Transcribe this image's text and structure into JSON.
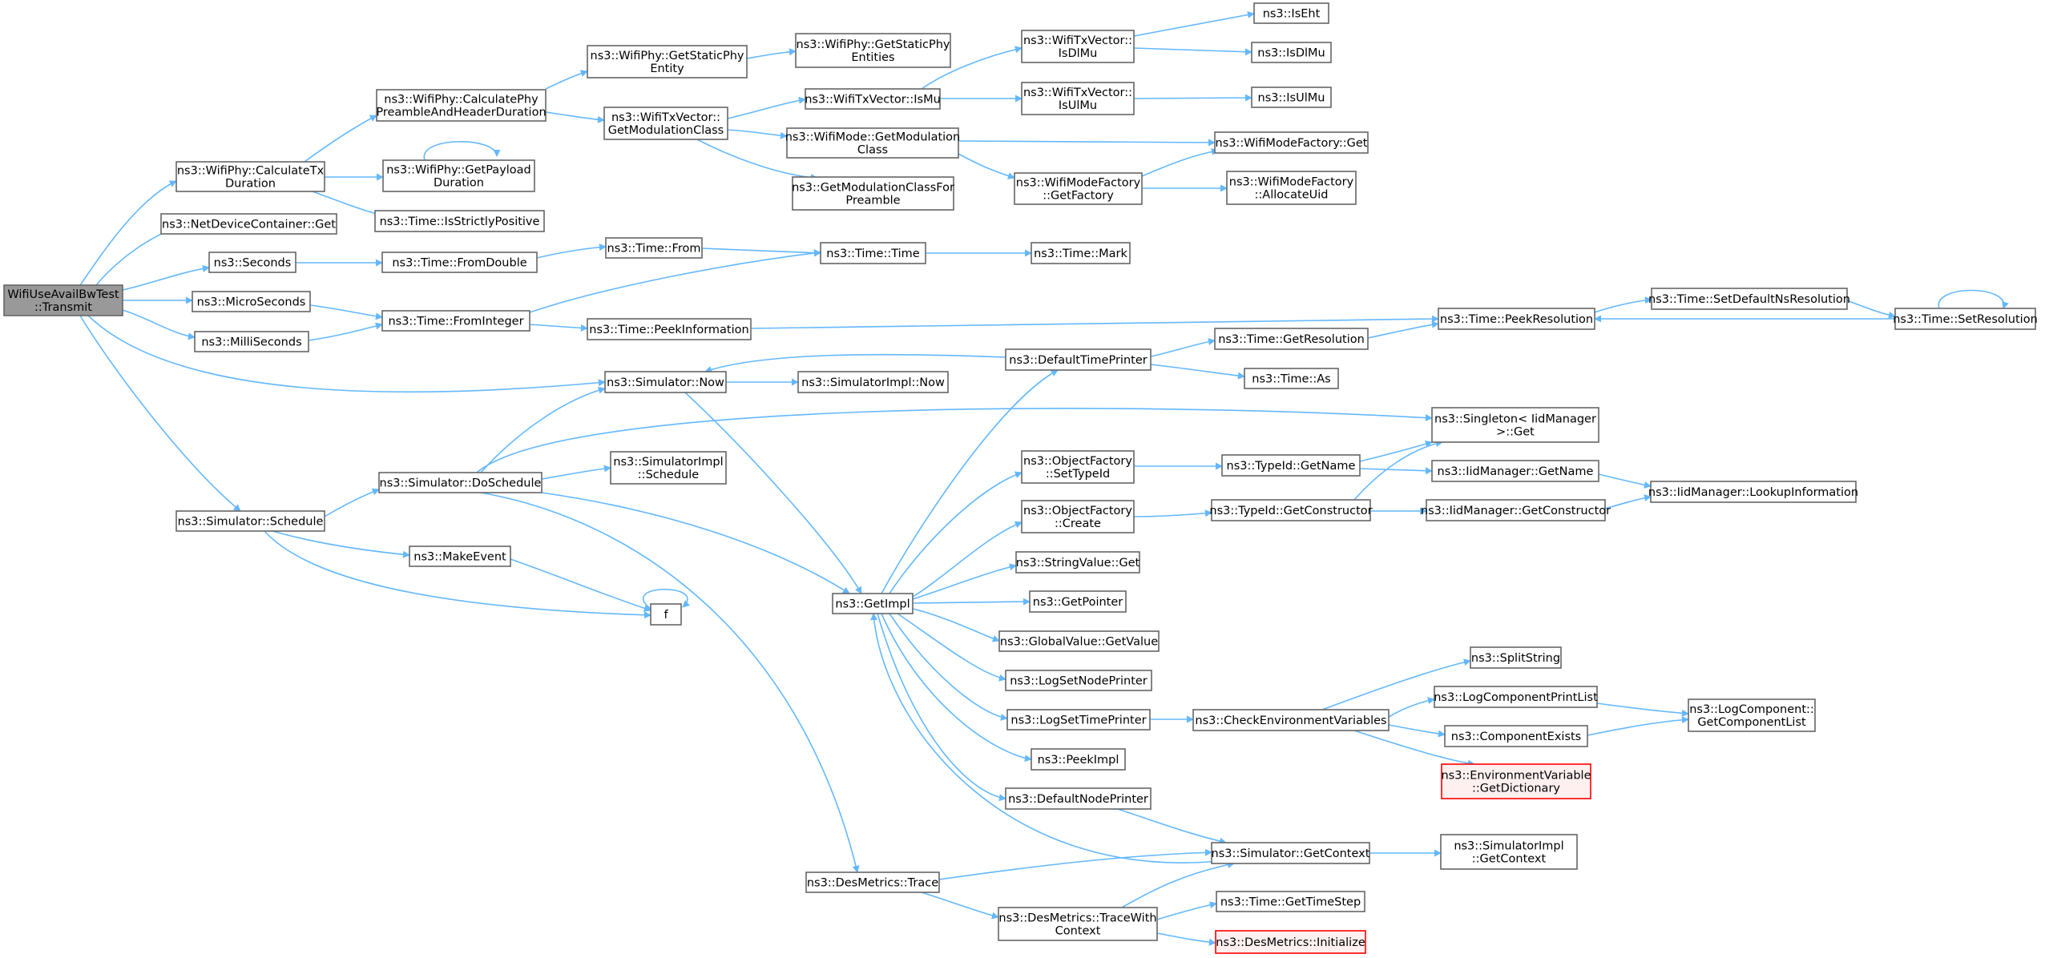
{
  "graph": {
    "colors": {
      "edge": "#63b8ff",
      "node_border": "#666666",
      "root_fill": "#999999",
      "truncated_border": "#ff0000",
      "truncated_fill": "#fff0f0"
    },
    "nodes": [
      {
        "id": "root",
        "lines": [
          "WifiUseAvailBwTest",
          "::Transmit"
        ],
        "kind": "root"
      },
      {
        "id": "calcTx",
        "lines": [
          "ns3::WifiPhy::CalculateTx",
          "Duration"
        ]
      },
      {
        "id": "ndcGet",
        "lines": [
          "ns3::NetDeviceContainer::Get"
        ]
      },
      {
        "id": "seconds",
        "lines": [
          "ns3::Seconds"
        ]
      },
      {
        "id": "micro",
        "lines": [
          "ns3::MicroSeconds"
        ]
      },
      {
        "id": "milli",
        "lines": [
          "ns3::MilliSeconds"
        ]
      },
      {
        "id": "schedule",
        "lines": [
          "ns3::Simulator::Schedule"
        ]
      },
      {
        "id": "calcPre",
        "lines": [
          "ns3::WifiPhy::CalculatePhy",
          "PreambleAndHeaderDuration"
        ]
      },
      {
        "id": "payload",
        "lines": [
          "ns3::WifiPhy::GetPayload",
          "Duration"
        ]
      },
      {
        "id": "strict",
        "lines": [
          "ns3::Time::IsStrictlyPositive"
        ]
      },
      {
        "id": "fromDouble",
        "lines": [
          "ns3::Time::FromDouble"
        ]
      },
      {
        "id": "fromInt",
        "lines": [
          "ns3::Time::FromInteger"
        ]
      },
      {
        "id": "simNow",
        "lines": [
          "ns3::Simulator::Now"
        ]
      },
      {
        "id": "doSched",
        "lines": [
          "ns3::Simulator::DoSchedule"
        ]
      },
      {
        "id": "makeEvent",
        "lines": [
          "ns3::MakeEvent"
        ]
      },
      {
        "id": "f",
        "lines": [
          "f"
        ]
      },
      {
        "id": "staticEnt",
        "lines": [
          "ns3::WifiPhy::GetStaticPhy",
          "Entity"
        ]
      },
      {
        "id": "getModCls",
        "lines": [
          "ns3::WifiTxVector::",
          "GetModulationClass"
        ]
      },
      {
        "id": "timeFrom",
        "lines": [
          "ns3::Time::From"
        ]
      },
      {
        "id": "peekInfo",
        "lines": [
          "ns3::Time::PeekInformation"
        ]
      },
      {
        "id": "implSched",
        "lines": [
          "ns3::SimulatorImpl",
          "::Schedule"
        ]
      },
      {
        "id": "desTrace",
        "lines": [
          "ns3::DesMetrics::Trace"
        ]
      },
      {
        "id": "staticEnts",
        "lines": [
          "ns3::WifiPhy::GetStaticPhy",
          "Entities"
        ]
      },
      {
        "id": "isMu",
        "lines": [
          "ns3::WifiTxVector::IsMu"
        ]
      },
      {
        "id": "modeGetMod",
        "lines": [
          "ns3::WifiMode::GetModulation",
          "Class"
        ]
      },
      {
        "id": "getModPre",
        "lines": [
          "ns3::GetModulationClassFor",
          "Preamble"
        ]
      },
      {
        "id": "timeTime",
        "lines": [
          "ns3::Time::Time"
        ]
      },
      {
        "id": "implNow",
        "lines": [
          "ns3::SimulatorImpl::Now"
        ]
      },
      {
        "id": "getImpl",
        "lines": [
          "ns3::GetImpl"
        ]
      },
      {
        "id": "isDlMu",
        "lines": [
          "ns3::WifiTxVector::",
          "IsDlMu"
        ]
      },
      {
        "id": "isUlMu",
        "lines": [
          "ns3::WifiTxVector::",
          "IsUlMu"
        ]
      },
      {
        "id": "modeFacGetF",
        "lines": [
          "ns3::WifiModeFactory",
          "::GetFactory"
        ]
      },
      {
        "id": "timeMark",
        "lines": [
          "ns3::Time::Mark"
        ]
      },
      {
        "id": "defTimePr",
        "lines": [
          "ns3::DefaultTimePrinter"
        ]
      },
      {
        "id": "ofSetType",
        "lines": [
          "ns3::ObjectFactory",
          "::SetTypeId"
        ]
      },
      {
        "id": "ofCreate",
        "lines": [
          "ns3::ObjectFactory",
          "::Create"
        ]
      },
      {
        "id": "strValGet",
        "lines": [
          "ns3::StringValue::Get"
        ]
      },
      {
        "id": "getPtr",
        "lines": [
          "ns3::GetPointer"
        ]
      },
      {
        "id": "gvGetVal",
        "lines": [
          "ns3::GlobalValue::GetValue"
        ]
      },
      {
        "id": "logNodePr",
        "lines": [
          "ns3::LogSetNodePrinter"
        ]
      },
      {
        "id": "logTimePr",
        "lines": [
          "ns3::LogSetTimePrinter"
        ]
      },
      {
        "id": "peekImpl",
        "lines": [
          "ns3::PeekImpl"
        ]
      },
      {
        "id": "defNodePr",
        "lines": [
          "ns3::DefaultNodePrinter"
        ]
      },
      {
        "id": "traceWith",
        "lines": [
          "ns3::DesMetrics::TraceWith",
          "Context"
        ]
      },
      {
        "id": "isEht",
        "lines": [
          "ns3::IsEht"
        ]
      },
      {
        "id": "isDlMu2",
        "lines": [
          "ns3::IsDlMu"
        ]
      },
      {
        "id": "isUlMu2",
        "lines": [
          "ns3::IsUlMu"
        ]
      },
      {
        "id": "modeFacGet",
        "lines": [
          "ns3::WifiModeFactory::Get"
        ]
      },
      {
        "id": "allocUid",
        "lines": [
          "ns3::WifiModeFactory",
          "::AllocateUid"
        ]
      },
      {
        "id": "getRes",
        "lines": [
          "ns3::Time::GetResolution"
        ]
      },
      {
        "id": "timeAs",
        "lines": [
          "ns3::Time::As"
        ]
      },
      {
        "id": "typeGetName",
        "lines": [
          "ns3::TypeId::GetName"
        ]
      },
      {
        "id": "typeGetCons",
        "lines": [
          "ns3::TypeId::GetConstructor"
        ]
      },
      {
        "id": "checkEnv",
        "lines": [
          "ns3::CheckEnvironmentVariables"
        ]
      },
      {
        "id": "simGetCtx",
        "lines": [
          "ns3::Simulator::GetContext"
        ]
      },
      {
        "id": "getStep",
        "lines": [
          "ns3::Time::GetTimeStep"
        ]
      },
      {
        "id": "desInit",
        "lines": [
          "ns3::DesMetrics::Initialize"
        ],
        "kind": "trunc"
      },
      {
        "id": "peekRes",
        "lines": [
          "ns3::Time::PeekResolution"
        ]
      },
      {
        "id": "singleton",
        "lines": [
          "ns3::Singleton< IidManager",
          ">::Get"
        ]
      },
      {
        "id": "iidGetName",
        "lines": [
          "ns3::IidManager::GetName"
        ]
      },
      {
        "id": "iidGetCons",
        "lines": [
          "ns3::IidManager::GetConstructor"
        ]
      },
      {
        "id": "splitStr",
        "lines": [
          "ns3::SplitString"
        ]
      },
      {
        "id": "logCompPL",
        "lines": [
          "ns3::LogComponentPrintList"
        ]
      },
      {
        "id": "compExists",
        "lines": [
          "ns3::ComponentExists"
        ]
      },
      {
        "id": "envVarDict",
        "lines": [
          "ns3::EnvironmentVariable",
          "::GetDictionary"
        ],
        "kind": "trunc"
      },
      {
        "id": "implGetCtx",
        "lines": [
          "ns3::SimulatorImpl",
          "::GetContext"
        ]
      },
      {
        "id": "setDefNs",
        "lines": [
          "ns3::Time::SetDefaultNsResolution"
        ]
      },
      {
        "id": "iidLookup",
        "lines": [
          "ns3::IidManager::LookupInformation"
        ]
      },
      {
        "id": "logCompGL",
        "lines": [
          "ns3::LogComponent::",
          "GetComponentList"
        ]
      },
      {
        "id": "setRes",
        "lines": [
          "ns3::Time::SetResolution"
        ]
      }
    ]
  }
}
